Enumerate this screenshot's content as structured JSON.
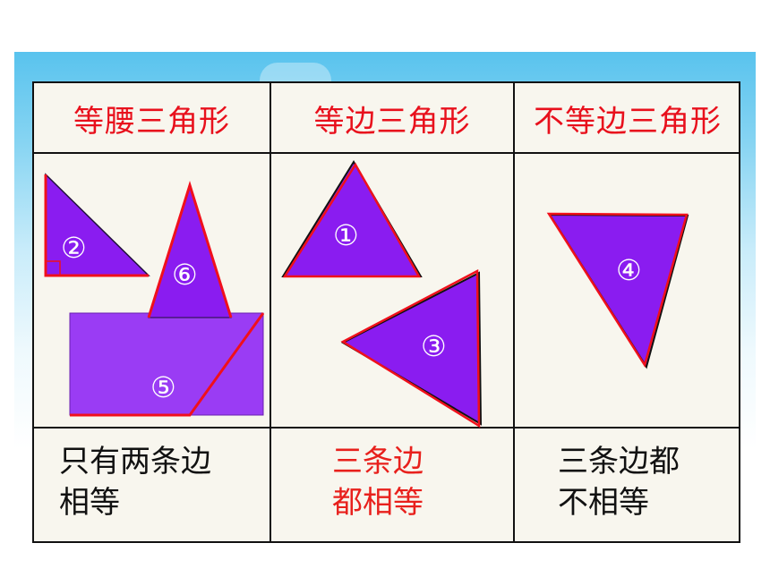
{
  "table": {
    "headers": [
      "等腰三角形",
      "等边三角形",
      "不等边三角形"
    ],
    "descriptions": [
      {
        "line1": "只有两条边",
        "line2": "相等"
      },
      {
        "line1": "三条边",
        "line2": "都相等"
      },
      {
        "line1": "三条边都",
        "line2": "不相等"
      }
    ]
  },
  "shapes": {
    "labels": [
      "①",
      "②",
      "③",
      "④",
      "⑤",
      "⑥"
    ]
  },
  "colors": {
    "header_text": "#e8101c",
    "emphasis_text": "#e8201c",
    "body_text": "#111111",
    "shape_fill": "#8a1cf0",
    "rect_fill": "#9a3cf4",
    "shape_edge": "#f0101c",
    "grid": "#111111",
    "cell_bg": "#f8f6ee"
  }
}
